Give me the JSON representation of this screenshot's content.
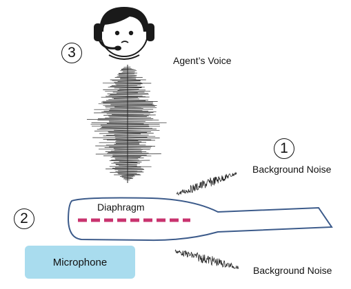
{
  "labels": {
    "agents_voice": "Agent’s Voice",
    "background_noise_top": "Background Noise",
    "background_noise_bottom": "Background Noise",
    "diaphragm": "Diaphragm",
    "microphone": "Microphone"
  },
  "markers": {
    "background_noise": "1",
    "diaphragm": "2",
    "agents_voice": "3"
  },
  "icons": {
    "agent": "headset-agent-icon",
    "voice_waveform": "sound-waveform-icon",
    "noise_waveform": "noise-waveform-icon"
  },
  "colors": {
    "microphone_fill": "#a9dcee",
    "diaphragm_dash": "#c8336f",
    "outline": "#3b5a8a",
    "headset": "#1a1a1a",
    "waveform": "#222222"
  }
}
